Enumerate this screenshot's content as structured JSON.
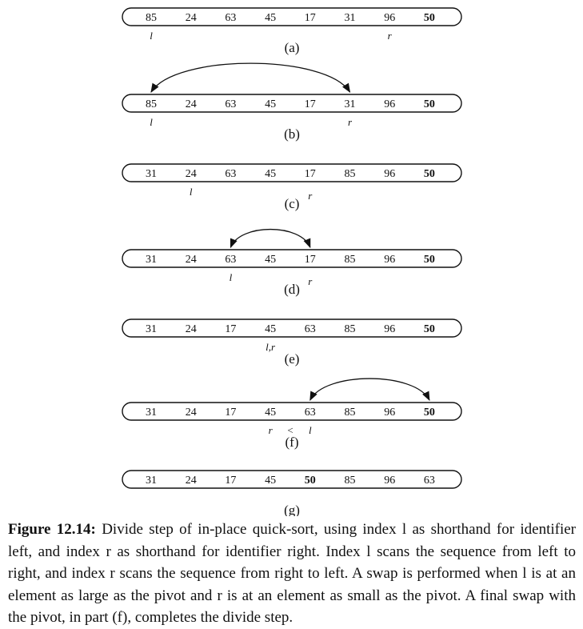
{
  "steps": [
    {
      "label": "(a)",
      "values": [
        "85",
        "24",
        "63",
        "45",
        "17",
        "31",
        "96",
        "50"
      ],
      "pivot": 7,
      "indices": [
        {
          "text": "l",
          "at": 0
        },
        {
          "text": "r",
          "at": 6
        }
      ],
      "arrow": null
    },
    {
      "label": "(b)",
      "values": [
        "85",
        "24",
        "63",
        "45",
        "17",
        "31",
        "96",
        "50"
      ],
      "pivot": 7,
      "indices": [
        {
          "text": "l",
          "at": 0
        },
        {
          "text": "r",
          "at": 5
        }
      ],
      "arrow": [
        0,
        5
      ]
    },
    {
      "label": "(c)",
      "values": [
        "31",
        "24",
        "63",
        "45",
        "17",
        "85",
        "96",
        "50"
      ],
      "pivot": 7,
      "indices": [
        {
          "text": "l",
          "at": 1
        },
        {
          "text": "r",
          "at": 4
        }
      ],
      "arrow": null
    },
    {
      "label": "(d)",
      "values": [
        "31",
        "24",
        "63",
        "45",
        "17",
        "85",
        "96",
        "50"
      ],
      "pivot": 7,
      "indices": [
        {
          "text": "l",
          "at": 2
        },
        {
          "text": "r",
          "at": 4
        }
      ],
      "arrow": [
        2,
        4
      ]
    },
    {
      "label": "(e)",
      "values": [
        "31",
        "24",
        "17",
        "45",
        "63",
        "85",
        "96",
        "50"
      ],
      "pivot": 7,
      "indices": [
        {
          "text": "l,r",
          "at": 3
        }
      ],
      "arrow": null
    },
    {
      "label": "(f)",
      "values": [
        "31",
        "24",
        "17",
        "45",
        "63",
        "85",
        "96",
        "50"
      ],
      "pivot": 7,
      "indices": [
        {
          "text": "r",
          "at": 3
        },
        {
          "text": "<",
          "at": 3.5
        },
        {
          "text": "l",
          "at": 4
        }
      ],
      "arrow": [
        4,
        7
      ]
    },
    {
      "label": "(g)",
      "values": [
        "31",
        "24",
        "17",
        "45",
        "50",
        "85",
        "96",
        "63"
      ],
      "pivot": 4,
      "indices": [],
      "arrow": null
    }
  ],
  "caption": {
    "title": "Figure 12.14:",
    "text": "Divide step of in-place quick-sort, using index l as shorthand for identifier left, and index r as shorthand for identifier right. Index l scans the sequence from left to right, and index r scans the sequence from right to left. A swap is performed when l is at an element as large as the pivot and r is at an element as small as the pivot. A final swap with the pivot, in part (f), completes the divide step."
  }
}
